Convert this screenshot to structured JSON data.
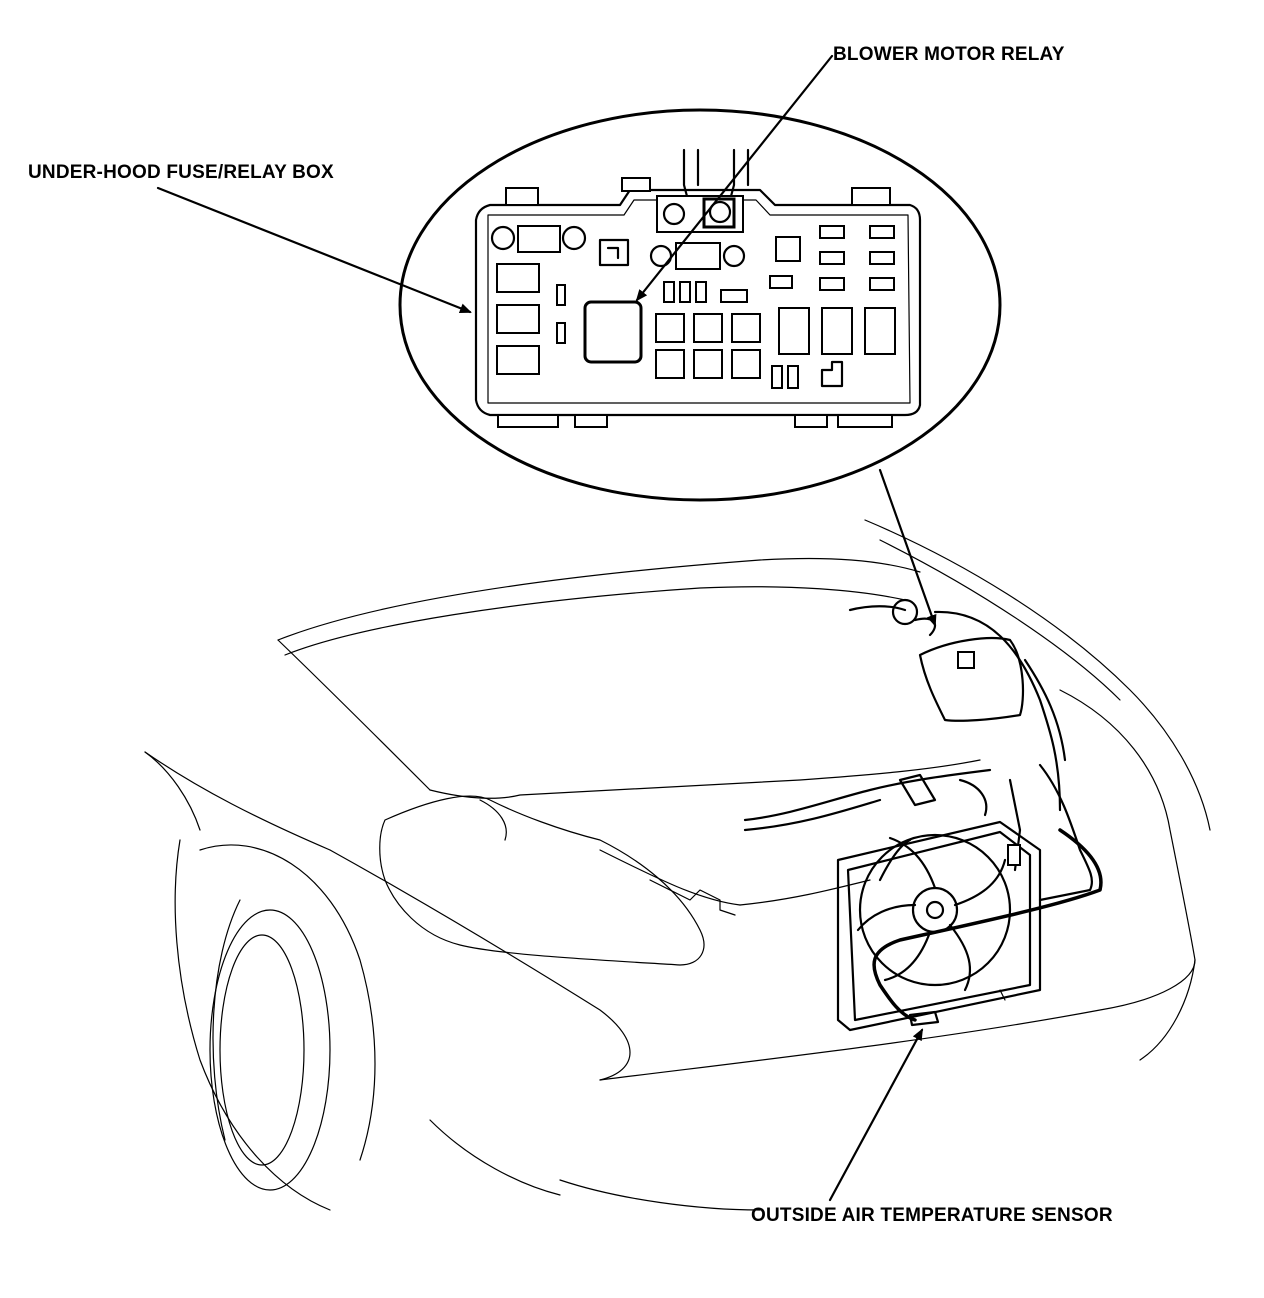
{
  "labels": {
    "blower_motor_relay": "BLOWER MOTOR RELAY",
    "under_hood_fuse_relay_box": "UNDER-HOOD FUSE/RELAY BOX",
    "outside_air_temperature_sensor": "OUTSIDE AIR TEMPERATURE SENSOR"
  },
  "colors": {
    "line": "#000000",
    "background": "#ffffff"
  }
}
